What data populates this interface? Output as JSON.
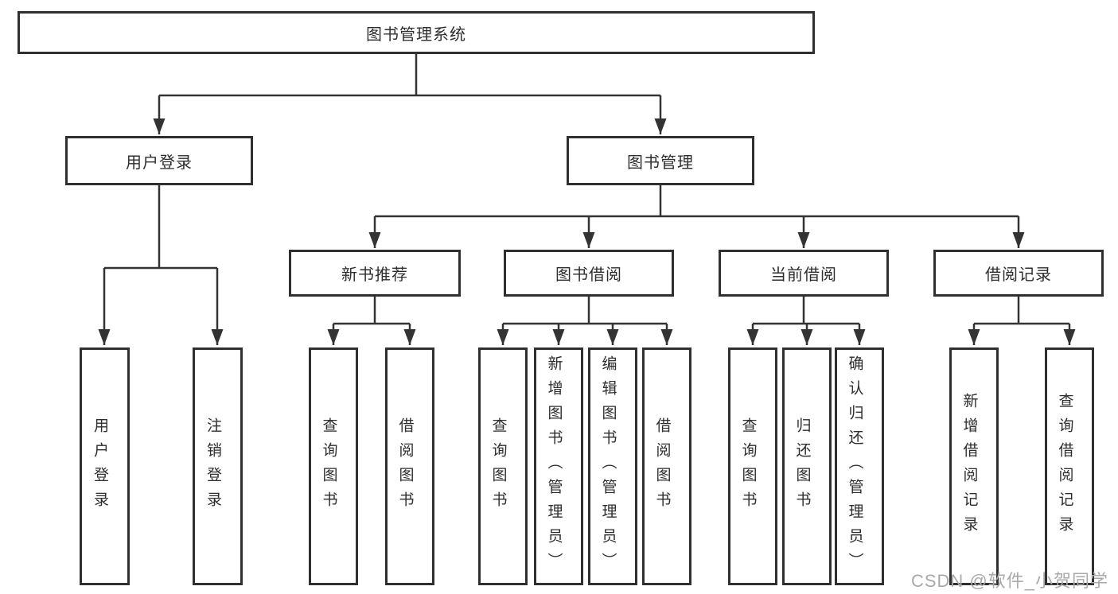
{
  "colors": {
    "box_border": "#2f2f2f",
    "connector_line": "#333333",
    "text": "#2d2d2d",
    "watermark": "#a9a9a9",
    "background": "#ffffff"
  },
  "watermark": "CSDN @软件_小贺同学",
  "tree": {
    "label": "图书管理系统",
    "children": [
      {
        "label": "用户登录",
        "children": [
          {
            "label": "用户登录"
          },
          {
            "label": "注销登录"
          }
        ]
      },
      {
        "label": "图书管理",
        "children": [
          {
            "label": "新书推荐",
            "children": [
              {
                "label": "查询图书"
              },
              {
                "label": "借阅图书"
              }
            ]
          },
          {
            "label": "图书借阅",
            "children": [
              {
                "label": "查询图书"
              },
              {
                "label": "新增图书（管理员）"
              },
              {
                "label": "编辑图书（管理员）"
              },
              {
                "label": "借阅图书"
              }
            ]
          },
          {
            "label": "当前借阅",
            "children": [
              {
                "label": "查询图书"
              },
              {
                "label": "归还图书"
              },
              {
                "label": "确认归还（管理员）"
              }
            ]
          },
          {
            "label": "借阅记录",
            "children": [
              {
                "label": "新增借阅记录"
              },
              {
                "label": "查询借阅记录"
              }
            ]
          }
        ]
      }
    ]
  }
}
